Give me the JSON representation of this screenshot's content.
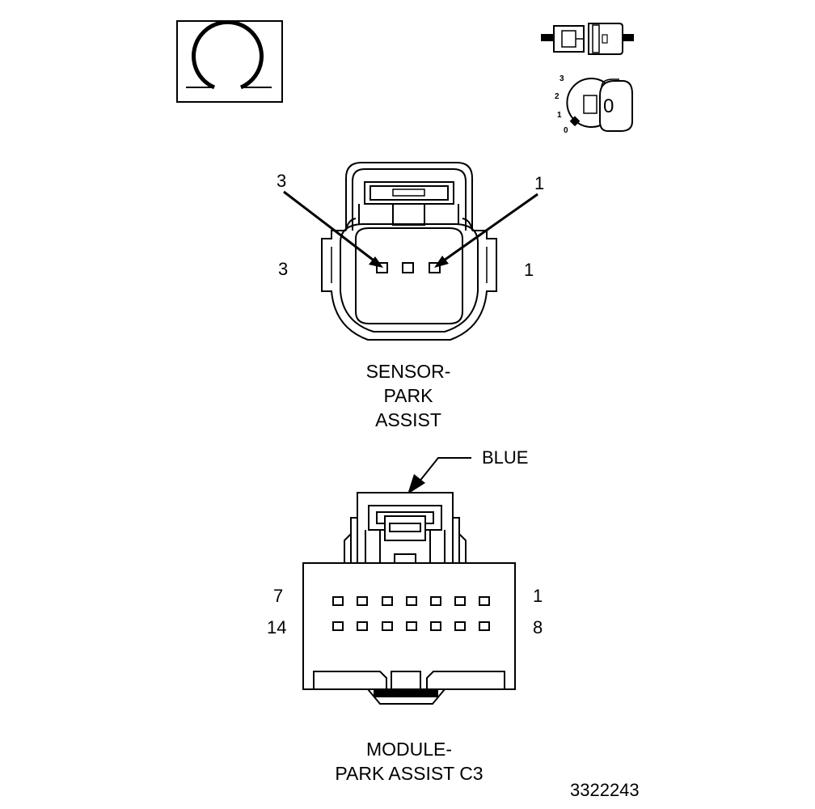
{
  "sensor_connector": {
    "caption_lines": [
      "SENSOR-",
      "PARK",
      "ASSIST"
    ],
    "callout_left": "3",
    "callout_right": "1",
    "side_left": "3",
    "side_right": "1"
  },
  "module_connector": {
    "caption_lines": [
      "MODULE-",
      "PARK ASSIST C3"
    ],
    "color_label": "BLUE",
    "row1_left": "7",
    "row1_right": "1",
    "row2_left": "14",
    "row2_right": "8"
  },
  "key_symbol": {
    "positions": [
      "3",
      "2",
      "1",
      "0"
    ],
    "key_value": "0"
  },
  "figure_id": "3322243"
}
